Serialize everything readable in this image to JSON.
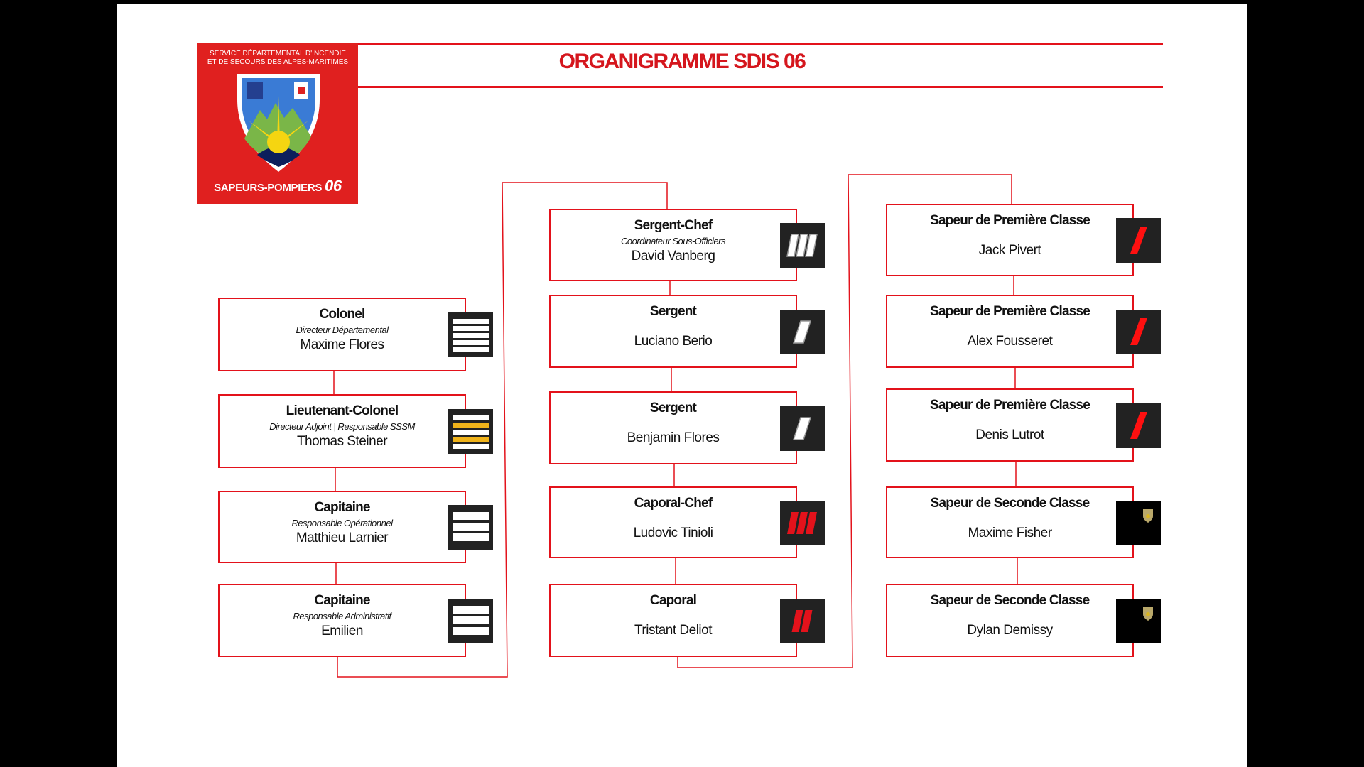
{
  "logo": {
    "org_line1": "SERVICE DÉPARTEMENTAL D'INCENDIE",
    "org_line2": "ET DE SECOURS DES ALPES-MARITIMES",
    "brand": "SAPEURS-POMPIERS",
    "brand_number": "06"
  },
  "title": "ORGANIGRAMME SDIS 06",
  "colors": {
    "accent": "#e3121b",
    "title": "#d5161d",
    "logo_bg": "#e0201f"
  },
  "columns": [
    [
      {
        "rank": "Colonel",
        "role": "Directeur Départemental",
        "name": "Maxime Flores",
        "insignia": "stripes-5-white-icon"
      },
      {
        "rank": "Lieutenant-Colonel",
        "role": "Directeur Adjoint | Responsable SSSM",
        "name": "Thomas Steiner",
        "insignia": "stripes-5-gold-icon"
      },
      {
        "rank": "Capitaine",
        "role": "Responsable Opérationnel",
        "name": "Matthieu Larnier",
        "insignia": "stripes-3-white-icon"
      },
      {
        "rank": "Capitaine",
        "role": "Responsable Administratif",
        "name": "Emilien",
        "insignia": "stripes-3-white-icon"
      }
    ],
    [
      {
        "rank": "Sergent-Chef",
        "role": "Coordinateur Sous-Officiers",
        "name": "David Vanberg",
        "insignia": "chevron-3-white-icon"
      },
      {
        "rank": "Sergent",
        "role": "",
        "name": "Luciano Berio",
        "insignia": "chevron-1-white-icon"
      },
      {
        "rank": "Sergent",
        "role": "",
        "name": "Benjamin Flores",
        "insignia": "chevron-1-white-icon"
      },
      {
        "rank": "Caporal-Chef",
        "role": "",
        "name": "Ludovic Tinioli",
        "insignia": "chevron-3-red-icon"
      },
      {
        "rank": "Caporal",
        "role": "",
        "name": "Tristant Deliot",
        "insignia": "chevron-2-red-icon"
      }
    ],
    [
      {
        "rank": "Sapeur de Première Classe",
        "role": "",
        "name": "Jack Pivert",
        "insignia": "chevron-1-red-icon"
      },
      {
        "rank": "Sapeur de Première Classe",
        "role": "",
        "name": "Alex Fousseret",
        "insignia": "chevron-1-red-icon"
      },
      {
        "rank": "Sapeur de Première Classe",
        "role": "",
        "name": "Denis Lutrot",
        "insignia": "chevron-1-red-icon"
      },
      {
        "rank": "Sapeur de Seconde Classe",
        "role": "",
        "name": "Maxime Fisher",
        "insignia": "shield-insignia-icon"
      },
      {
        "rank": "Sapeur de Seconde Classe",
        "role": "",
        "name": "Dylan Demissy",
        "insignia": "shield-insignia-icon"
      }
    ]
  ]
}
